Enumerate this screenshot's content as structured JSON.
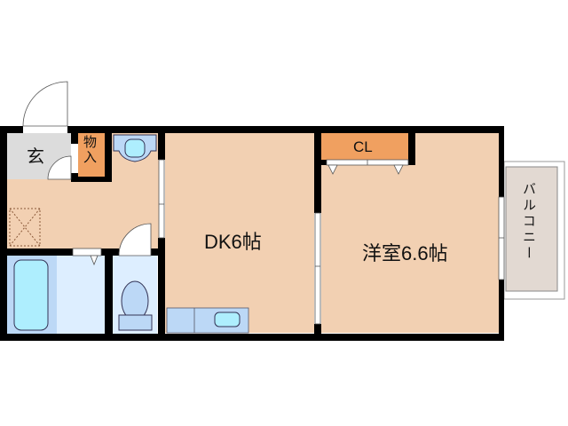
{
  "floor_plan": {
    "rooms": {
      "genkan": {
        "label": "玄",
        "meaning": "entrance"
      },
      "storage": {
        "label": "物入",
        "meaning": "storage closet"
      },
      "dk": {
        "label": "DK6帖",
        "meaning": "dining kitchen 6 tatami"
      },
      "closet": {
        "label": "CL",
        "meaning": "closet"
      },
      "western_room": {
        "label": "洋室6.6帖",
        "meaning": "western-style room 6.6 tatami"
      },
      "balcony": {
        "label": "バルコニー",
        "meaning": "balcony"
      }
    },
    "colors": {
      "wall": "#000000",
      "room_floor": "#f2d0b2",
      "genkan_floor": "#dcdcdc",
      "storage_fill": "#f0a060",
      "wet_area": "#ddeeff",
      "fixture_blue": "#bcd8f6",
      "fixture_light": "#aeeefe",
      "balcony_fill": "#e2d9d2"
    }
  }
}
